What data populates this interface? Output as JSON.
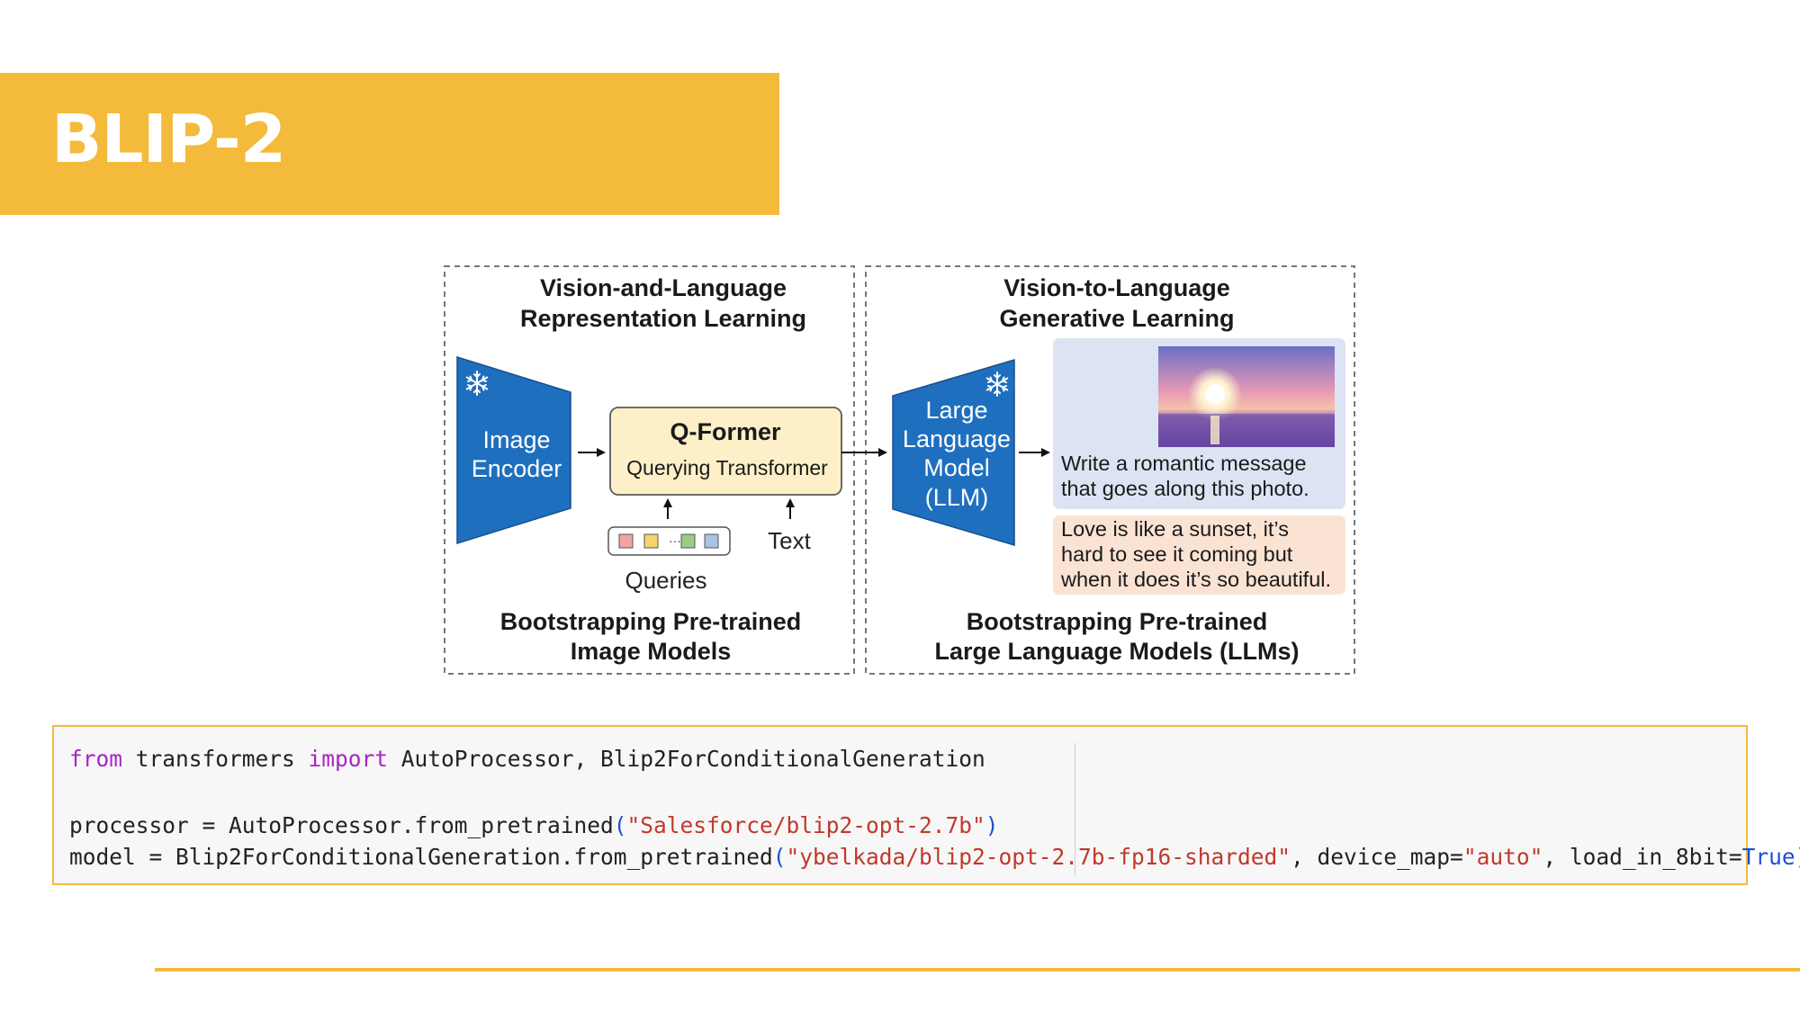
{
  "slide": {
    "title": "BLIP-2"
  },
  "figure": {
    "left_panel": {
      "heading_line1": "Vision-and-Language",
      "heading_line2": "Representation Learning",
      "image_encoder_line1": "Image",
      "image_encoder_line2": "Encoder",
      "qformer_title": "Q-Former",
      "qformer_subtitle": "Querying Transformer",
      "queries_label": "Queries",
      "text_label": "Text",
      "footer_line1": "Bootstrapping Pre-trained",
      "footer_line2": "Image Models"
    },
    "right_panel": {
      "heading_line1": "Vision-to-Language",
      "heading_line2": "Generative Learning",
      "llm_line1": "Large",
      "llm_line2": "Language",
      "llm_line3": "Model",
      "llm_line4": "(LLM)",
      "prompt_line1": "Write a romantic message",
      "prompt_line2": "that goes along this photo.",
      "response_line1": "Love is like a sunset, it’s",
      "response_line2": "hard to see it coming but",
      "response_line3": "when it does it’s so beautiful.",
      "footer_line1": "Bootstrapping Pre-trained",
      "footer_line2": "Large Language Models (LLMs)"
    },
    "colors": {
      "frozen_model": "#1F6FBF",
      "qformer_fill": "#FDF0C8",
      "prompt_fill": "#DCE4F4",
      "response_fill": "#FBE3D3",
      "query_tokens": [
        "#F2A3A3",
        "#F7D36B",
        "#9CCB86",
        "#A9C2E5"
      ]
    },
    "icons": [
      "snowflake-icon",
      "sunset-photo"
    ]
  },
  "code": {
    "line1": {
      "kw_from": "from",
      "module": " transformers ",
      "kw_import": "import",
      "names": " AutoProcessor, Blip2ForConditionalGeneration"
    },
    "line2": {
      "prefix": "processor = AutoProcessor.from_pretrained",
      "open": "(",
      "arg": "\"Salesforce/blip2-opt-2.7b\"",
      "close": ")"
    },
    "line3": {
      "prefix": "model = Blip2ForConditionalGeneration.from_pretrained",
      "open": "(",
      "arg1": "\"ybelkada/blip2-opt-2.7b-fp16-sharded\"",
      "sep1": ", device_map=",
      "arg2": "\"auto\"",
      "sep2": ", load_in_8bit=",
      "bool": "True",
      "close": ")"
    }
  },
  "accent_color": "#F4BA3C"
}
